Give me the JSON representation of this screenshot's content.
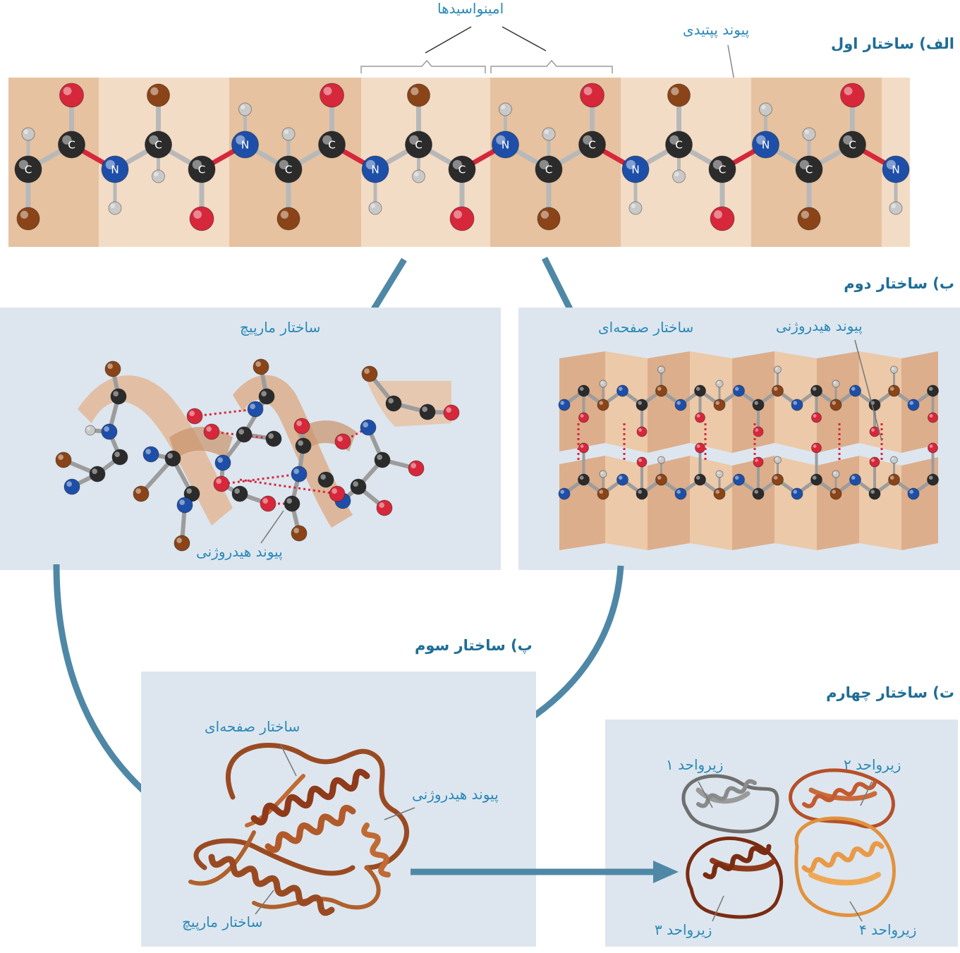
{
  "sections": {
    "primary": "الف) ساختار اول",
    "secondary": "ب) ساختار دوم",
    "tertiary": "پ) ساختار سوم",
    "quaternary": "ت) ساختار چهارم"
  },
  "primary_labels": {
    "amino_acids": "امینواسیدها",
    "peptide_bond": "پیوند پپتیدی"
  },
  "helix_panel": {
    "title": "ساختار مارپیچ",
    "hbond": "پیوند هیدروژنی"
  },
  "sheet_panel": {
    "title": "ساختار صفحه‌ای",
    "hbond": "پیوند هیدروژنی"
  },
  "tertiary_panel": {
    "sheet": "ساختار صفحه‌ای",
    "hbond": "پیوند هیدروژنی",
    "helix": "ساختار مارپیچ"
  },
  "quaternary_panel": {
    "sub1": "زیرواحد ۱",
    "sub2": "زیرواحد ۲",
    "sub3": "زیرواحد ۳",
    "sub4": "زیرواحد ۴"
  },
  "atom_letters": {
    "carbon": "C",
    "nitrogen": "N"
  },
  "colors": {
    "carbon": "#2b2b2b",
    "nitrogen": "#1e4fa8",
    "oxygen": "#d6273b",
    "hydrogen": "#c9c9c9",
    "r_group": "#8a4418",
    "band_light": "#f3dcc6",
    "band_dark": "#e6c2a0",
    "arrow": "#4f88a6",
    "label": "#2a88b8",
    "heading": "#1e6d95"
  }
}
